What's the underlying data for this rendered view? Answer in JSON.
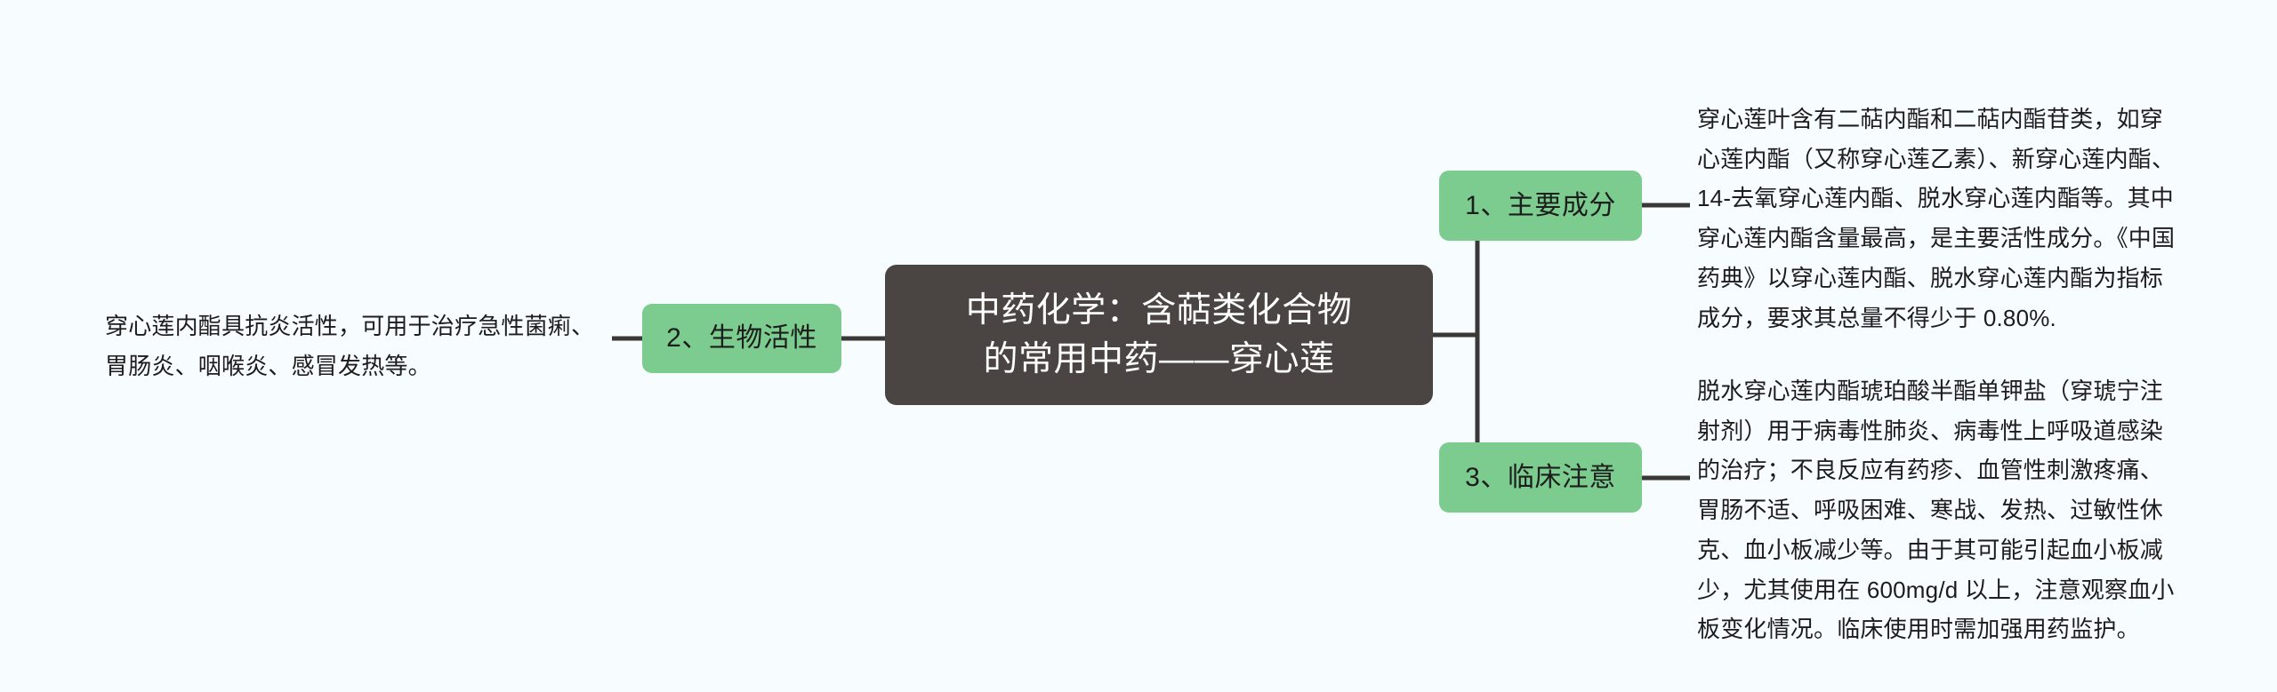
{
  "colors": {
    "background": "#f7fcfe",
    "root_node": "#4a4543",
    "root_text": "#ffffff",
    "branch_node": "#7bcc8e",
    "branch_text": "#1d1d1d",
    "connector": "#3a3836",
    "body_text": "#1c1c1c"
  },
  "mindmap": {
    "root": {
      "line1": "中药化学：含萜类化合物",
      "line2": "的常用中药——穿心莲"
    },
    "branches": [
      {
        "id": "main-components",
        "label": "1、主要成分",
        "side": "right",
        "detail": "穿心莲叶含有二萜内酯和二萜内酯苷类，如穿心莲内酯（又称穿心莲乙素）、新穿心莲内酯、14-去氧穿心莲内酯、脱水穿心莲内酯等。其中穿心莲内酯含量最高，是主要活性成分。《中国药典》以穿心莲内酯、脱水穿心莲内酯为指标成分，要求其总量不得少于 0.80%."
      },
      {
        "id": "biological-activity",
        "label": "2、生物活性",
        "side": "left",
        "detail": "穿心莲内酯具抗炎活性，可用于治疗急性菌痢、胃肠炎、咽喉炎、感冒发热等。"
      },
      {
        "id": "clinical-notes",
        "label": "3、临床注意",
        "side": "right",
        "detail": "脱水穿心莲内酯琥珀酸半酯单钾盐（穿琥宁注射剂）用于病毒性肺炎、病毒性上呼吸道感染的治疗；不良反应有药疹、血管性刺激疼痛、胃肠不适、呼吸困难、寒战、发热、过敏性休克、血小板减少等。由于其可能引起血小板减少，尤其使用在 600mg/d 以上，注意观察血小板变化情况。临床使用时需加强用药监护。"
      }
    ]
  }
}
